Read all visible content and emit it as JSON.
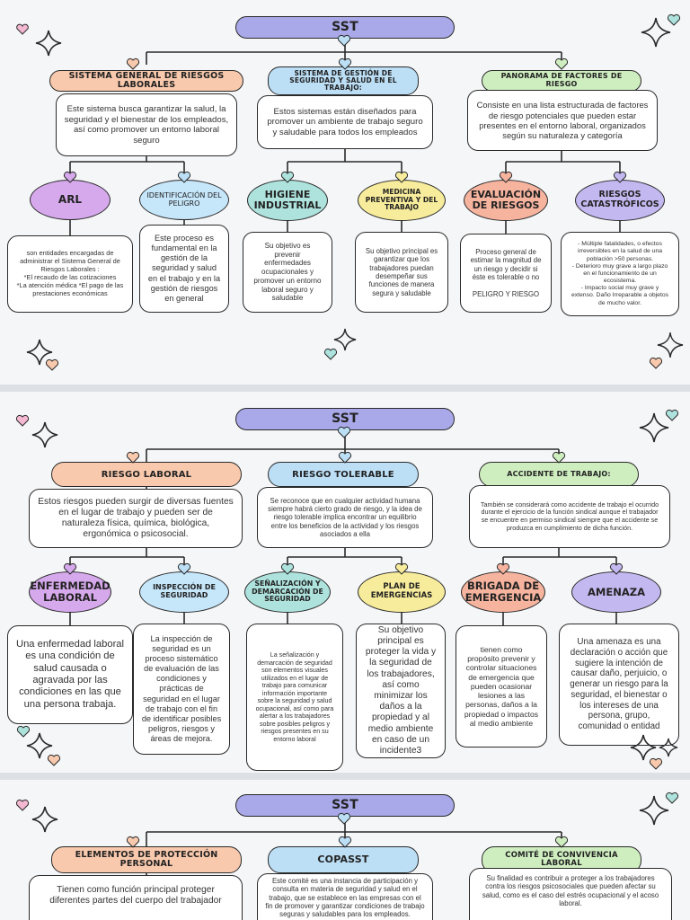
{
  "panels": [
    {
      "title": "SST",
      "level1": [
        {
          "label": "SISTEMA GENERAL DE RIESGOS LABORALES",
          "desc": "Este sistema busca garantizar la salud, la seguridad y el bienestar de los empleados, así como promover un entorno laboral seguro"
        },
        {
          "label": "SISTEMA DE GESTIÓN DE SEGURIDAD Y SALUD EN EL TRABAJO:",
          "desc": "Estos sistemas están diseñados para promover un ambiente de trabajo seguro y saludable para todos los empleados"
        },
        {
          "label": "PANORAMA DE FACTORES DE RIESGO",
          "desc": "Consiste en una lista estructurada de factores de riesgo potenciales que pueden estar presentes en el entorno laboral, organizados según su naturaleza y categoría"
        }
      ],
      "level2": [
        {
          "label": "ARL",
          "desc": "son entidades encargadas de administrar el Sistema General de Riesgos Laborales :\n*El recaudo de las cotizaciones\n*La atención médica *El pago de las prestaciones económicas"
        },
        {
          "label": "IDENTIFICACIÓN DEL PELIGRO",
          "desc": "Este proceso es fundamental en la gestión de la seguridad y salud en el trabajo y en la gestión de riesgos en general"
        },
        {
          "label": "HIGIENE INDUSTRIAL",
          "desc": "Su objetivo es prevenir enfermedades ocupacionales y promover un entorno laboral seguro y saludable"
        },
        {
          "label": "MEDICINA PREVENTIVA Y DEL TRABAJO",
          "desc": "Su objetivo principal es garantizar que los trabajadores puedan desempeñar sus funciones de manera segura y saludable"
        },
        {
          "label": "EVALUACIÓN DE RIESGOS",
          "desc": "Proceso general de estimar la magnitud de un riesgo y decidir si éste es tolerable o no\n\nPELIGRO Y RIESGO"
        },
        {
          "label": "RIESGOS CATASTRÓFICOS",
          "desc": "- Múltiple fatalidades, o efectos irreversibles en la salud de una población >50 personas.\n- Deterioro muy grave a largo plazo en el funcionamiento de un ecosistema.\n- Impacto social muy grave y extenso. Daño Irreparable a objetos de mucho valor."
        }
      ]
    },
    {
      "title": "SST",
      "level1": [
        {
          "label": "RIESGO LABORAL",
          "desc": "Estos riesgos pueden surgir de diversas fuentes en el lugar de trabajo y pueden ser de naturaleza física, química, biológica, ergonómica o psicosocial."
        },
        {
          "label": "RIESGO TOLERABLE",
          "desc": "Se reconoce que en cualquier actividad humana siempre habrá cierto grado de riesgo, y la idea de riesgo tolerable implica encontrar un equilibrio entre los beneficios de la actividad y los riesgos asociados a ella"
        },
        {
          "label": "ACCIDENTE DE TRABAJO:",
          "desc": "También se considerará como accidente de trabajo el ocurrido durante el ejercicio de la función sindical aunque el trabajador se encuentre en permiso sindical siempre que el accidente se produzca en cumplimiento de dicha función."
        }
      ],
      "level2": [
        {
          "label": "ENFERMEDAD LABORAL",
          "desc": "Una enfermedad laboral es una condición de salud causada o agravada por las condiciones en las que una persona trabaja."
        },
        {
          "label": "INSPECCIÓN DE SEGURIDAD",
          "desc": "La inspección de seguridad es un proceso sistemático de evaluación de las condiciones y prácticas de seguridad en el lugar de trabajo con el fin de identificar posibles peligros, riesgos y áreas de mejora."
        },
        {
          "label": "SEÑALIZACIÓN Y DEMARCACIÓN DE SEGURIDAD",
          "desc": "La señalización y demarcación de seguridad son elementos visuales utilizados en el lugar de trabajo para comunicar información importante sobre la seguridad y salud ocupacional, así como para alertar a los trabajadores sobre posibles peligros y riesgos presentes en su entorno laboral"
        },
        {
          "label": "PLAN DE EMERGENCIAS",
          "desc": "Su objetivo principal es proteger la vida y la seguridad de los trabajadores, así como minimizar los daños a la propiedad y al medio ambiente en caso de un incidente3"
        },
        {
          "label": "BRIGADA DE EMERGENCIA",
          "desc": "tienen como propósito prevenir y controlar situaciones de emergencia que pueden ocasionar lesiones a las personas, daños a la propiedad o impactos al medio ambiente"
        },
        {
          "label": "AMENAZA",
          "desc": "Una amenaza es una declaración o acción que sugiere la intención de causar daño, perjuicio, o generar un riesgo para la seguridad, el bienestar o los intereses de una persona, grupo, comunidad o entidad"
        }
      ]
    },
    {
      "title": "SST",
      "level1": [
        {
          "label": "ELEMENTOS DE PROTECCIÓN PERSONAL",
          "desc": "Tienen como función principal proteger diferentes partes del cuerpo del trabajador"
        },
        {
          "label": "COPASST",
          "desc": "Este comité es una instancia de participación y consulta en materia de seguridad y salud en el trabajo, que se establece en las empresas con el fin de promover y garantizar condiciones de trabajo seguras y saludables para los empleados."
        },
        {
          "label": "COMITÉ DE CONVIVENCIA LABORAL",
          "desc": "Su finalidad es contribuir a proteger a los trabajadores contra los riesgos psicosociales que pueden afectar su salud, como es el caso del estrés ocupacional y el acoso laboral."
        }
      ]
    }
  ],
  "colors": {
    "title": "#a9a8e8",
    "orange": "#f8c9ad",
    "blue": "#bcdff6",
    "green": "#cfeec0",
    "purple": "#d6a9ec",
    "teal": "#aee3dd",
    "yellow": "#f7ec9c",
    "salmon": "#f6b49f",
    "lavender": "#c4b8f0"
  },
  "icons": [
    "heart-icon",
    "sparkle-icon"
  ]
}
